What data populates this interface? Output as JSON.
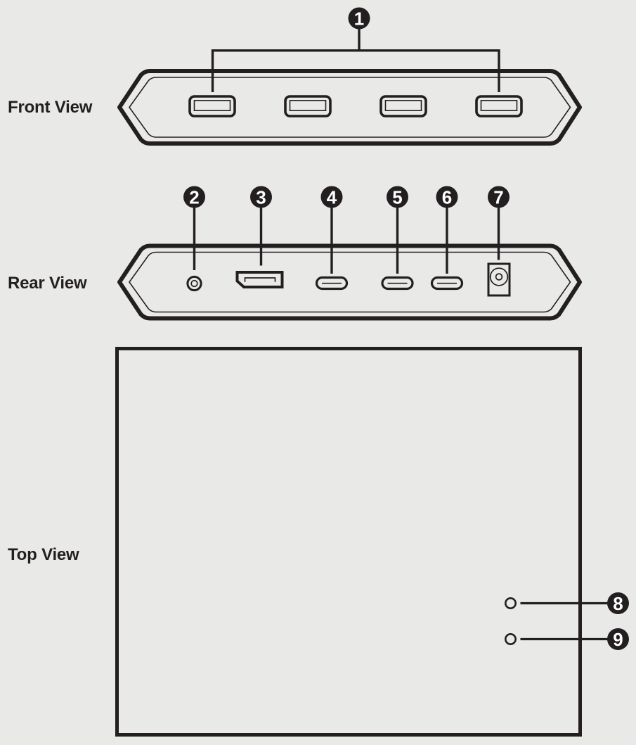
{
  "colors": {
    "background": "#e9e9e8",
    "line": "#231f20",
    "callout_badge": "#231f20",
    "callout_text": "#ffffff"
  },
  "front_view": {
    "label": "Front View",
    "callout": {
      "number": "1",
      "target": "usb-a-ports"
    },
    "ports": [
      {
        "type": "usb-a-port"
      },
      {
        "type": "usb-a-port"
      },
      {
        "type": "usb-a-port"
      },
      {
        "type": "usb-a-port"
      }
    ]
  },
  "rear_view": {
    "label": "Rear View",
    "callouts": [
      {
        "number": "2",
        "port": "audio-jack"
      },
      {
        "number": "3",
        "port": "displayport"
      },
      {
        "number": "4",
        "port": "usb-c-port"
      },
      {
        "number": "5",
        "port": "usb-c-port"
      },
      {
        "number": "6",
        "port": "usb-c-port"
      },
      {
        "number": "7",
        "port": "dc-power-jack"
      }
    ]
  },
  "top_view": {
    "label": "Top View",
    "callouts": [
      {
        "number": "8",
        "feature": "pushbutton"
      },
      {
        "number": "9",
        "feature": "pushbutton"
      }
    ]
  }
}
